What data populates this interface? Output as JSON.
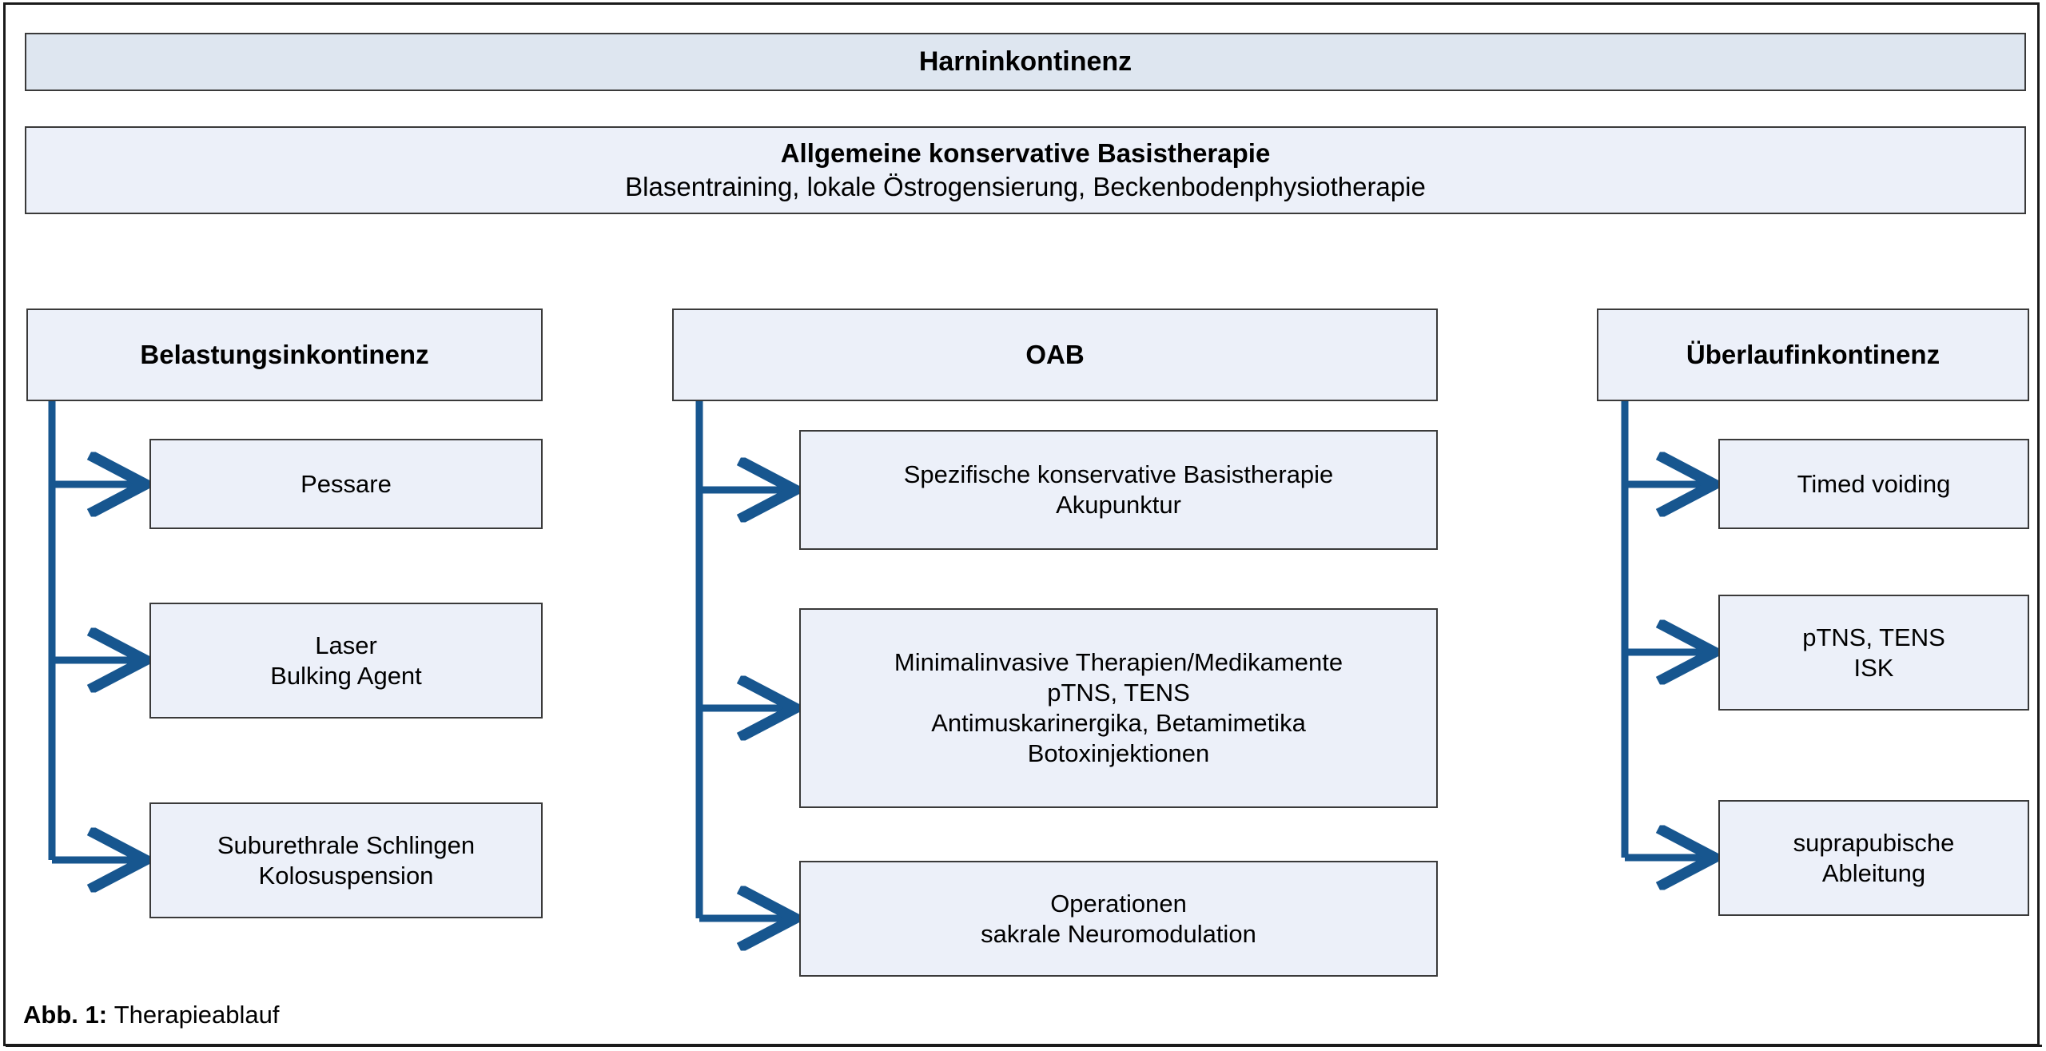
{
  "figure": {
    "caption_label": "Abb. 1:",
    "caption_text": "Therapieablauf"
  },
  "colors": {
    "root_fill": "#DEE6F0",
    "node_fill": "#ECF0F9",
    "node_border": "#3A3A3A",
    "frame_border": "#1A1A1A",
    "connector": "#17568F",
    "text": "#000000"
  },
  "diagram": {
    "root": {
      "title": "Harninkontinenz"
    },
    "base_therapy": {
      "title": "Allgemeine konservative Basistherapie",
      "detail": "Blasentraining, lokale Östrogensierung, Beckenbodenphysiotherapie"
    },
    "columns": [
      {
        "id": "stress",
        "header": "Belastungsinkontinenz",
        "treatments": [
          {
            "lines": [
              "Pessare"
            ]
          },
          {
            "lines": [
              "Laser",
              "Bulking Agent"
            ]
          },
          {
            "lines": [
              "Suburethrale Schlingen",
              "Kolosuspension"
            ]
          }
        ]
      },
      {
        "id": "oab",
        "header": "OAB",
        "treatments": [
          {
            "lines": [
              "Spezifische konservative Basistherapie",
              "Akupunktur"
            ]
          },
          {
            "lines": [
              "Minimalinvasive Therapien/Medikamente",
              "pTNS, TENS",
              "Antimuskarinergika, Betamimetika",
              "Botoxinjektionen"
            ]
          },
          {
            "lines": [
              "Operationen",
              "sakrale Neuromodulation"
            ]
          }
        ]
      },
      {
        "id": "overflow",
        "header": "Überlaufinkontinenz",
        "treatments": [
          {
            "lines": [
              "Timed voiding"
            ]
          },
          {
            "lines": [
              "pTNS, TENS",
              "ISK"
            ]
          },
          {
            "lines": [
              "suprapubische",
              "Ableitung"
            ]
          }
        ]
      }
    ]
  }
}
